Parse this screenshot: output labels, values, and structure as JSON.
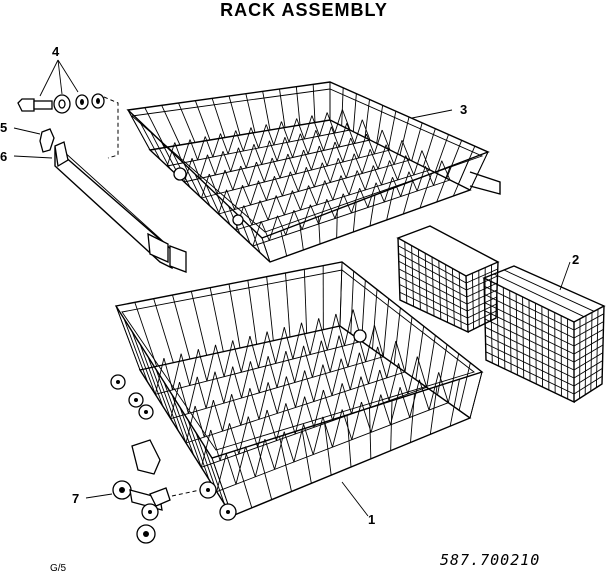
{
  "title": "RACK ASSEMBLY",
  "callouts": {
    "c1": "1",
    "c2": "2",
    "c3": "3",
    "c4": "4",
    "c5": "5",
    "c6": "6",
    "c7": "7"
  },
  "footer": {
    "page_code": "G/5",
    "part_number": "587.700210"
  }
}
